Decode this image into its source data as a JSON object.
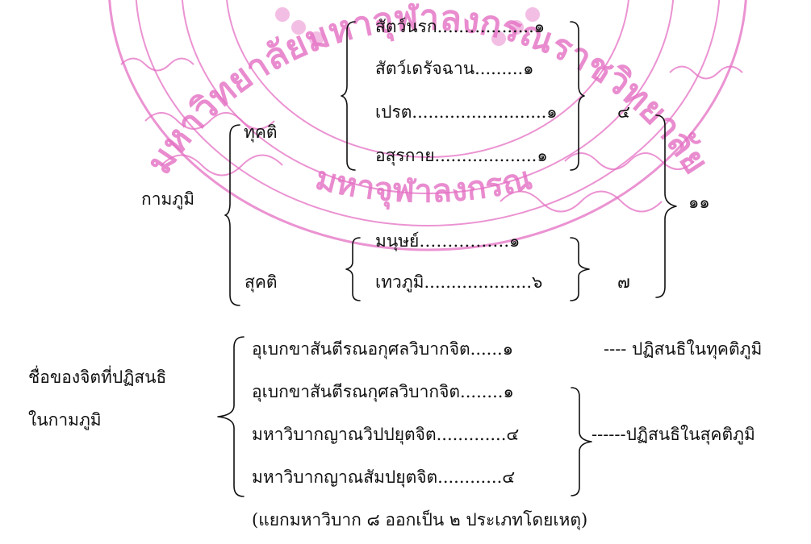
{
  "watermark": {
    "color": "#e46fc3",
    "text_top": "มหาวิทยาลัยมหาจุฬาลงกรณราชวิทยาลัย",
    "text_bottom": "มหาจุฬาลงกรณ"
  },
  "section1": {
    "root": "กามภูมิ",
    "root_total": "๑๑",
    "duggati": {
      "label": "ทุคติ",
      "total": "๔",
      "items": [
        "สัตว์นรก..................๑",
        "สัตว์เดรัจฉาน.........๑",
        "เปรต.........................๑",
        "อสุรกาย...................๑"
      ]
    },
    "sugati": {
      "label": "สุคติ",
      "total": "๗",
      "items": [
        "มนุษย์…………….๑",
        "เทวภูมิ....................๖"
      ]
    }
  },
  "section2": {
    "label_line1": "ชื่อของจิตที่ปฏิสนธิ",
    "label_line2": "ในกามภูมิ",
    "items": [
      "อุเบกขาสันตีรณอกุศลวิบากจิต......๑",
      "อุเบกขาสันตีรณกุศลวิบากจิต........๑",
      "มหาวิบากญาณวิปปยุตจิต.............๔",
      "มหาวิบากญาณสัมปยุตจิต............๔"
    ],
    "note_duggati": "---- ปฏิสนธิในทุคติภูมิ",
    "note_sugati": "------ปฏิสนธิในสุคติภูมิ",
    "footnote": "(แยกมหาวิบาก ๘ ออกเป็น ๒ ประเภทโดยเหตุ)"
  }
}
